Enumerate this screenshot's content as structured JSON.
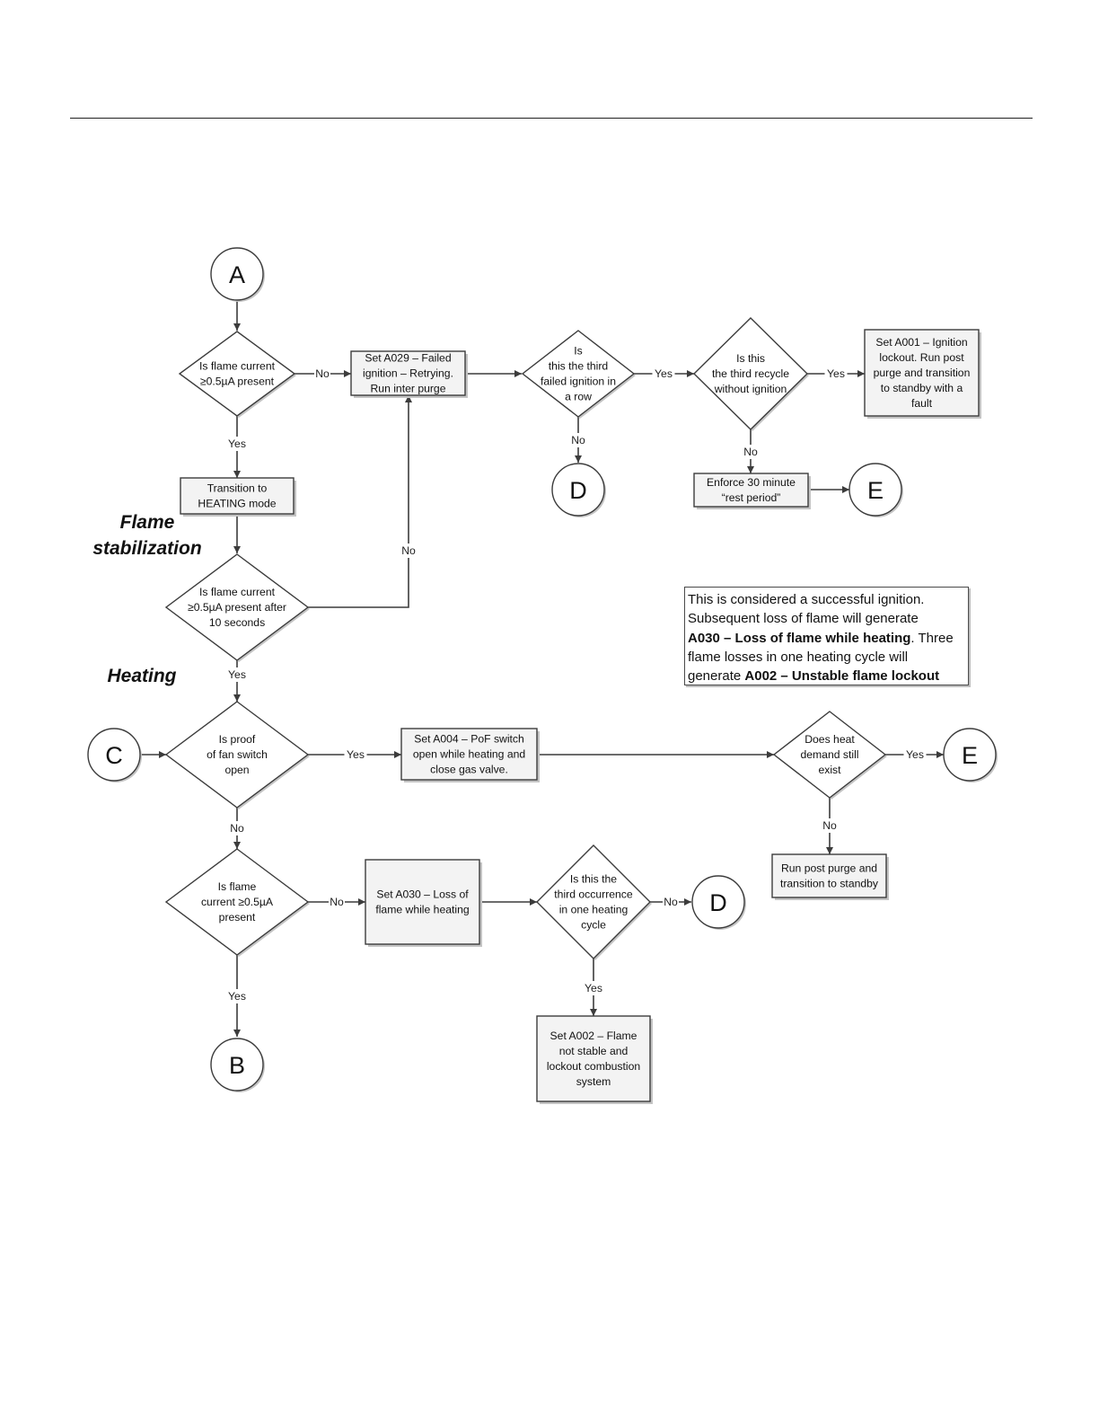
{
  "sections": {
    "flame_stabilization": [
      "Flame",
      "stabilization"
    ],
    "heating": "Heating"
  },
  "connectors": {
    "A": "A",
    "B": "B",
    "C": "C",
    "D1": "D",
    "D2": "D",
    "E1": "E",
    "E2": "E"
  },
  "nodes": {
    "q_flame_initial": [
      "Is flame current",
      "≥0.5µA present"
    ],
    "transition_heating": [
      "Transition to",
      "HEATING mode"
    ],
    "q_flame_10s": [
      "Is flame current",
      "≥0.5µA present after",
      "10 seconds"
    ],
    "set_a029": [
      "Set A029 – Failed",
      "ignition – Retrying.",
      "Run inter purge"
    ],
    "q_third_failed": [
      "Is",
      "this the third",
      "failed ignition in",
      "a row"
    ],
    "q_third_recycle": [
      "Is this",
      "the third recycle",
      "without ignition"
    ],
    "set_a001": [
      "Set A001 – Ignition",
      "lockout. Run post",
      "purge and transition",
      "to standby with a",
      "fault"
    ],
    "enforce_rest": [
      "Enforce 30 minute",
      "“rest period”"
    ],
    "q_proof_fan": [
      "Is proof",
      "of fan switch",
      "open"
    ],
    "set_a004": [
      "Set A004 – PoF switch",
      "open while heating and",
      "close gas valve."
    ],
    "q_heat_demand": [
      "Does heat",
      "demand still",
      "exist"
    ],
    "run_post_purge": [
      "Run post purge and",
      "transition to standby"
    ],
    "q_flame_heating": [
      "Is flame",
      "current ≥0.5µA",
      "present"
    ],
    "set_a030": [
      "Set A030 – Loss of",
      "flame while heating"
    ],
    "q_third_occurrence": [
      "Is this the",
      "third occurrence",
      "in one heating",
      "cycle"
    ],
    "set_a002": [
      "Set A002 – Flame",
      "not stable and",
      "lockout combustion",
      "system"
    ]
  },
  "edges": {
    "yes": "Yes",
    "no": "No"
  },
  "note": {
    "line1": "This is considered a successful ignition.",
    "line2": "Subsequent loss of flame will generate",
    "bold1": "A030 – Loss of flame while heating",
    "after_bold1": ". Three",
    "line4": "flame losses in one heating cycle will",
    "before_bold2": "generate ",
    "bold2": "A002 – Unstable flame lockout"
  },
  "colors": {
    "line": "#3c3c3c",
    "box_fill": "#f3f3f3",
    "diamond_fill": "#ffffff",
    "shadow": "#c4c4c4"
  }
}
